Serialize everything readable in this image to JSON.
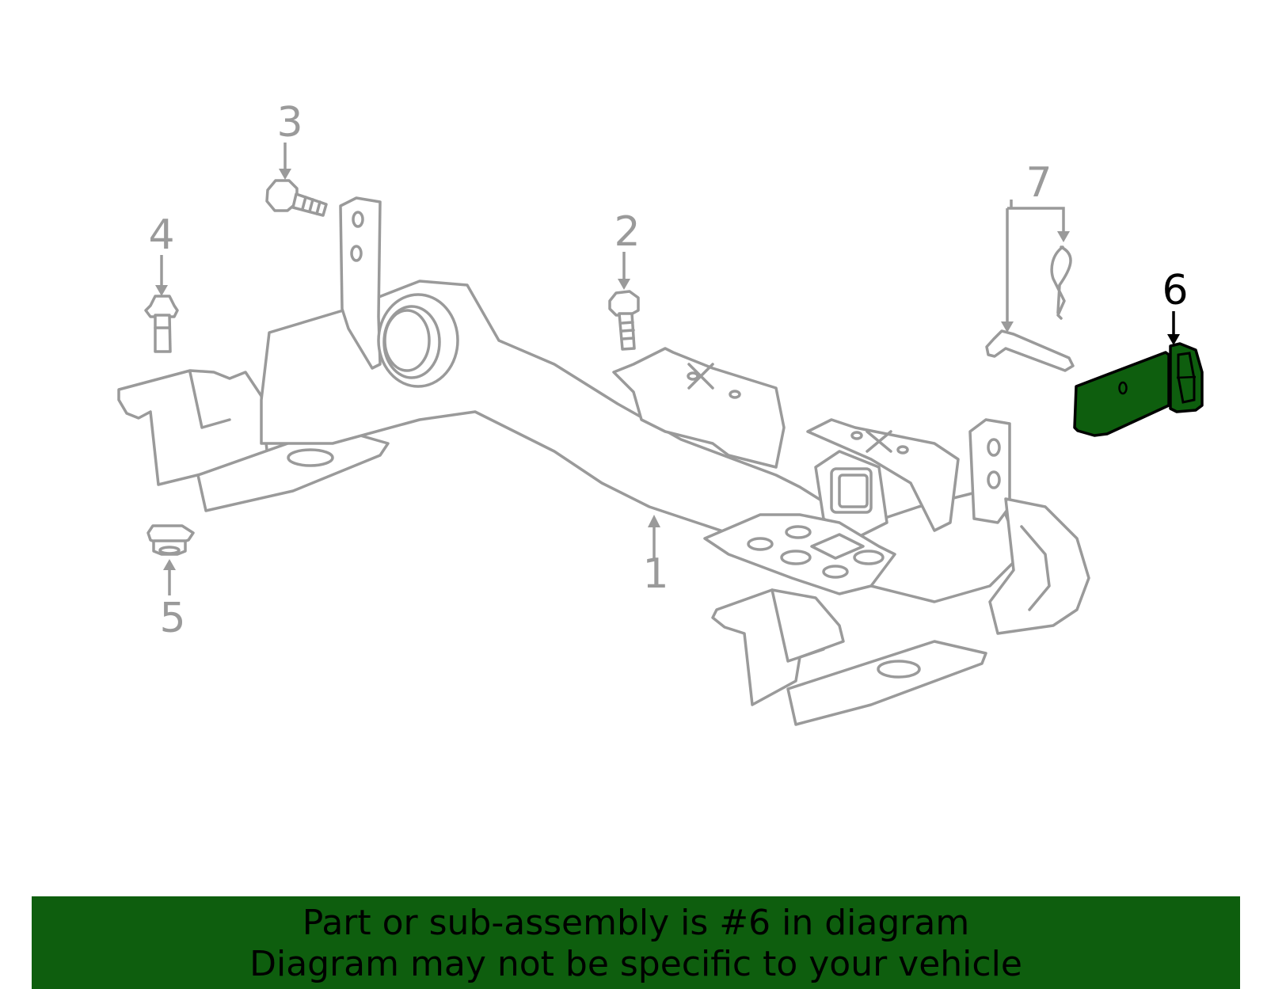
{
  "callouts": [
    {
      "id": "1",
      "label": "1",
      "active": false
    },
    {
      "id": "2",
      "label": "2",
      "active": false
    },
    {
      "id": "3",
      "label": "3",
      "active": false
    },
    {
      "id": "4",
      "label": "4",
      "active": false
    },
    {
      "id": "5",
      "label": "5",
      "active": false
    },
    {
      "id": "6",
      "label": "6",
      "active": true
    },
    {
      "id": "7",
      "label": "7",
      "active": false
    }
  ],
  "colors": {
    "highlight": "#0e5e0e",
    "outline": "#9a9a9a",
    "active_text": "#000000"
  },
  "banner": {
    "line1": "Part or sub-assembly is #6 in diagram",
    "line2": "Diagram may not be specific to your vehicle"
  }
}
